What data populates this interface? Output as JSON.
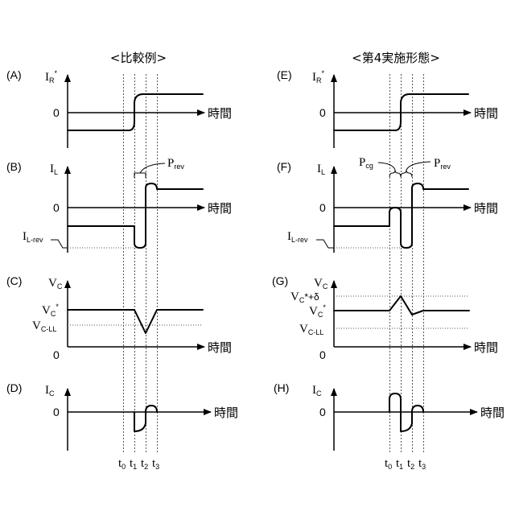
{
  "titles": {
    "left": "<比較例>",
    "right": "<第4実施形態>"
  },
  "time_axis_label": "時間",
  "zero_label": "0",
  "panels": {
    "A": {
      "tag": "(A)",
      "y_main": "I",
      "y_sub": "R",
      "y_sup": "*"
    },
    "B": {
      "tag": "(B)",
      "y_main": "I",
      "y_sub": "L",
      "prev_main": "P",
      "prev_sub": "rev",
      "ilrev_main": "I",
      "ilrev_sub": "L-rev"
    },
    "C": {
      "tag": "(C)",
      "y_main": "V",
      "y_sub": "C",
      "vcstar_main": "V",
      "vcstar_sub": "C",
      "vcstar_sup": "*",
      "vcll_main": "V",
      "vcll_sub": "C-LL"
    },
    "D": {
      "tag": "(D)",
      "y_main": "I",
      "y_sub": "C"
    },
    "E": {
      "tag": "(E)",
      "y_main": "I",
      "y_sub": "R",
      "y_sup": "*"
    },
    "F": {
      "tag": "(F)",
      "y_main": "I",
      "y_sub": "L",
      "pcg_main": "P",
      "pcg_sub": "cg",
      "prev_main": "P",
      "prev_sub": "rev",
      "ilrev_main": "I",
      "ilrev_sub": "L-rev"
    },
    "G": {
      "tag": "(G)",
      "y_main": "V",
      "y_sub": "C",
      "vcdelta_main": "V",
      "vcdelta_sub": "C",
      "vcdelta_tail": "*+δ",
      "vcstar_main": "V",
      "vcstar_sub": "C",
      "vcstar_sup": "*",
      "vcll_main": "V",
      "vcll_sub": "C-LL"
    },
    "H": {
      "tag": "(H)",
      "y_main": "I",
      "y_sub": "C"
    }
  },
  "time_markers": [
    {
      "main": "t",
      "sub": "0"
    },
    {
      "main": "t",
      "sub": "1"
    },
    {
      "main": "t",
      "sub": "2"
    },
    {
      "main": "t",
      "sub": "3"
    }
  ]
}
